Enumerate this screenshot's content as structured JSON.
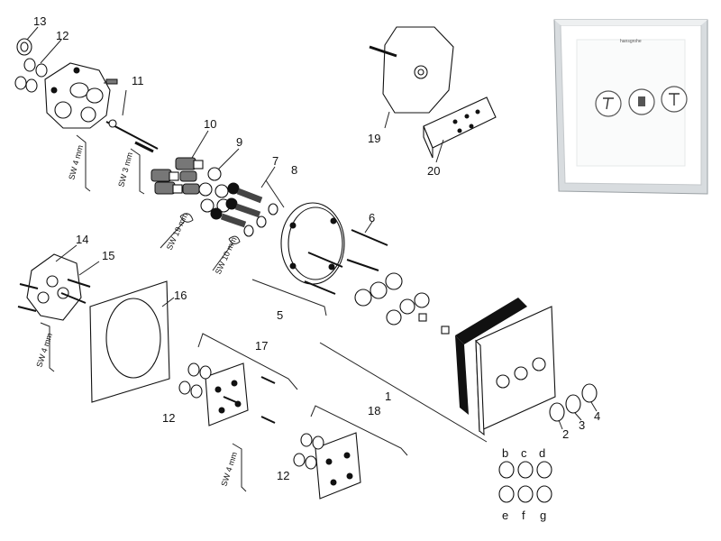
{
  "callouts": {
    "n1": "1",
    "n2": "2",
    "n3": "3",
    "n4": "4",
    "n5": "5",
    "n6": "6",
    "n7": "7",
    "n8": "8",
    "n9": "9",
    "n10": "10",
    "n11": "11",
    "n12a": "12",
    "n12b": "12",
    "n12c": "12",
    "n13": "13",
    "n14": "14",
    "n15": "15",
    "n16": "16",
    "n17": "17",
    "n18": "18",
    "n19": "19",
    "n20": "20"
  },
  "knob_letters": {
    "b": "b",
    "c": "c",
    "d": "d",
    "e": "e",
    "f": "f",
    "g": "g"
  },
  "tools": {
    "sw3": "SW 3 mm",
    "sw4a": "SW 4 mm",
    "sw4b": "SW 4 mm",
    "sw4c": "SW 4 mm",
    "sw19": "SW 19 mm",
    "sw10": "SW 10 mm"
  },
  "product_brand": "hansgrohe",
  "colors": {
    "line": "#222222",
    "glass_edge": "#cfd3d6"
  }
}
